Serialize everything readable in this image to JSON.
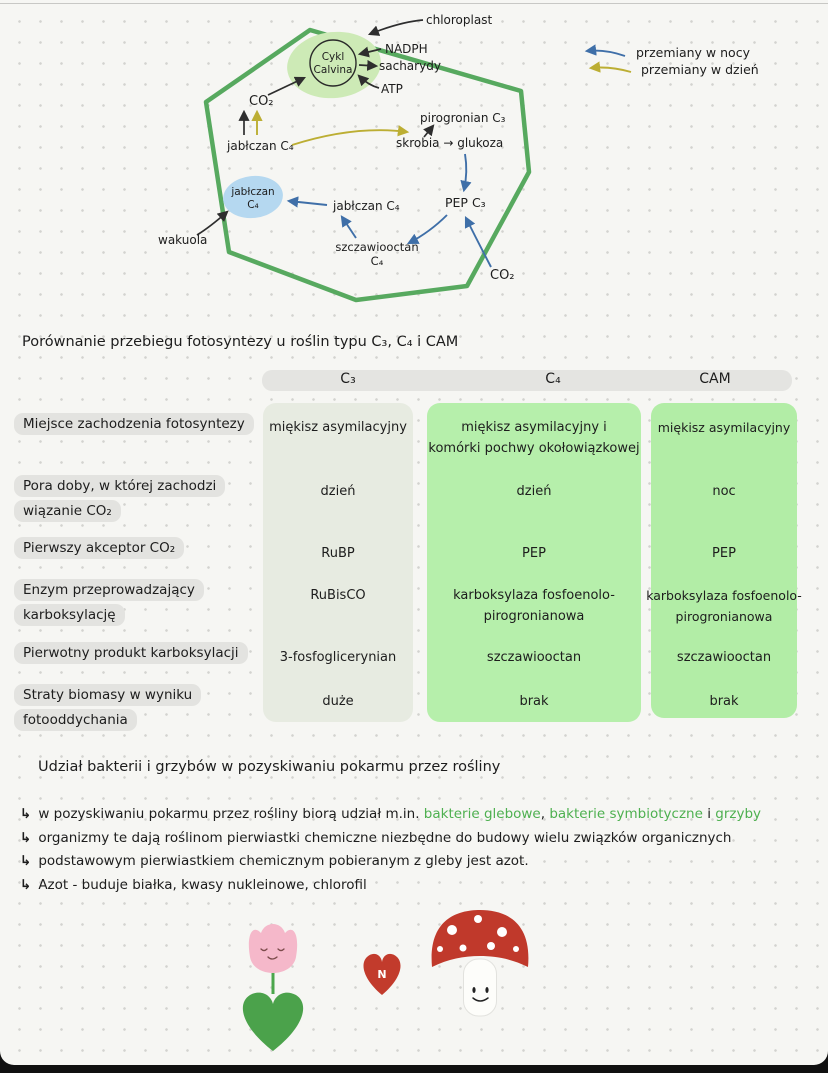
{
  "legend": {
    "night_label": "przemiany w nocy",
    "day_label": "przemiany w dzień",
    "night_color": "#3f6fa8",
    "day_color": "#bcae33"
  },
  "diagram": {
    "chloroplast": "chloroplast",
    "calvin_line1": "Cykl",
    "calvin_line2": "Calvina",
    "nadph": "NADPH",
    "sacharydy": "sacharydy",
    "atp": "ATP",
    "co2_top": "CO₂",
    "jablczan_upper": "jabłczan C₄",
    "pirogronian": "pirogronian C₃",
    "skrobia_glukoza": "skrobia → glukoza",
    "jablczan_vacuole_line1": "jabłczan",
    "jablczan_vacuole_line2": "C₄",
    "jablczan_mid": "jabłczan C₄",
    "pep": "PEP C₃",
    "szczawiooctan_line1": "szczawiooctan",
    "szczawiooctan_line2": "C₄",
    "co2_bottom": "CO₂",
    "wakuola": "wakuola",
    "cell_outline_color": "#57a95f",
    "chloroplast_fill": "#cdeab6",
    "vacuole_fill": "#b5d8f0"
  },
  "comparison": {
    "title": "Porównanie przebiegu fotosyntezy u roślin typu C₃, C₄ i CAM",
    "columns": [
      "C₃",
      "C₄",
      "CAM"
    ],
    "rows": [
      {
        "label": [
          "Miejsce zachodzenia fotosyntezy"
        ],
        "c3": [
          "miękisz asymilacyjny"
        ],
        "c4": [
          "miękisz asymilacyjny i",
          "komórki pochwy okołowiązkowej"
        ],
        "cam": [
          "miękisz asymilacyjny"
        ]
      },
      {
        "label": [
          "Pora doby, w której zachodzi",
          "wiązanie CO₂"
        ],
        "c3": [
          "dzień"
        ],
        "c4": [
          "dzień"
        ],
        "cam": [
          "noc"
        ]
      },
      {
        "label": [
          "Pierwszy akceptor CO₂"
        ],
        "c3": [
          "RuBP"
        ],
        "c4": [
          "PEP"
        ],
        "cam": [
          "PEP"
        ]
      },
      {
        "label": [
          "Enzym przeprowadzający",
          "karboksylację"
        ],
        "c3": [
          "RuBisCO"
        ],
        "c4": [
          "karboksylaza fosfoenolo-",
          "pirogronianowa"
        ],
        "cam": [
          "karboksylaza fosfoenolo-",
          "pirogronianowa"
        ]
      },
      {
        "label": [
          "Pierwotny produkt karboksylacji"
        ],
        "c3": [
          "3-fosfoglicerynian"
        ],
        "c4": [
          "szczawiooctan"
        ],
        "cam": [
          "szczawiooctan"
        ]
      },
      {
        "label": [
          "Straty biomasy w wyniku",
          "fotooddychania"
        ],
        "c3": [
          "duże"
        ],
        "c4": [
          "brak"
        ],
        "cam": [
          "brak"
        ]
      }
    ]
  },
  "notes": {
    "heading": "Udział bakterii i grzybów w pozyskiwaniu pokarmu przez rośliny",
    "arrow": "↳",
    "bullet1": {
      "part1": "w pozyskiwaniu pokarmu przez rośliny biorą udział  m.in. ",
      "term1": "bakterie glebowe",
      "part2": ", ",
      "term2": "bakterie symbiotyczne",
      "part3": " i ",
      "term3": "grzyby"
    },
    "bullet2": "organizmy te dają roślinom pierwiastki chemiczne niezbędne do budowy wielu związków organicznych",
    "bullet3": "podstawowym pierwiastkiem chemicznym pobieranym  z gleby jest azot.",
    "bullet4": "Azot - buduje białka, kwasy nukleinowe, chlorofil",
    "term_color": "#4eb050"
  },
  "drawings": {
    "heart_letter": "N"
  }
}
